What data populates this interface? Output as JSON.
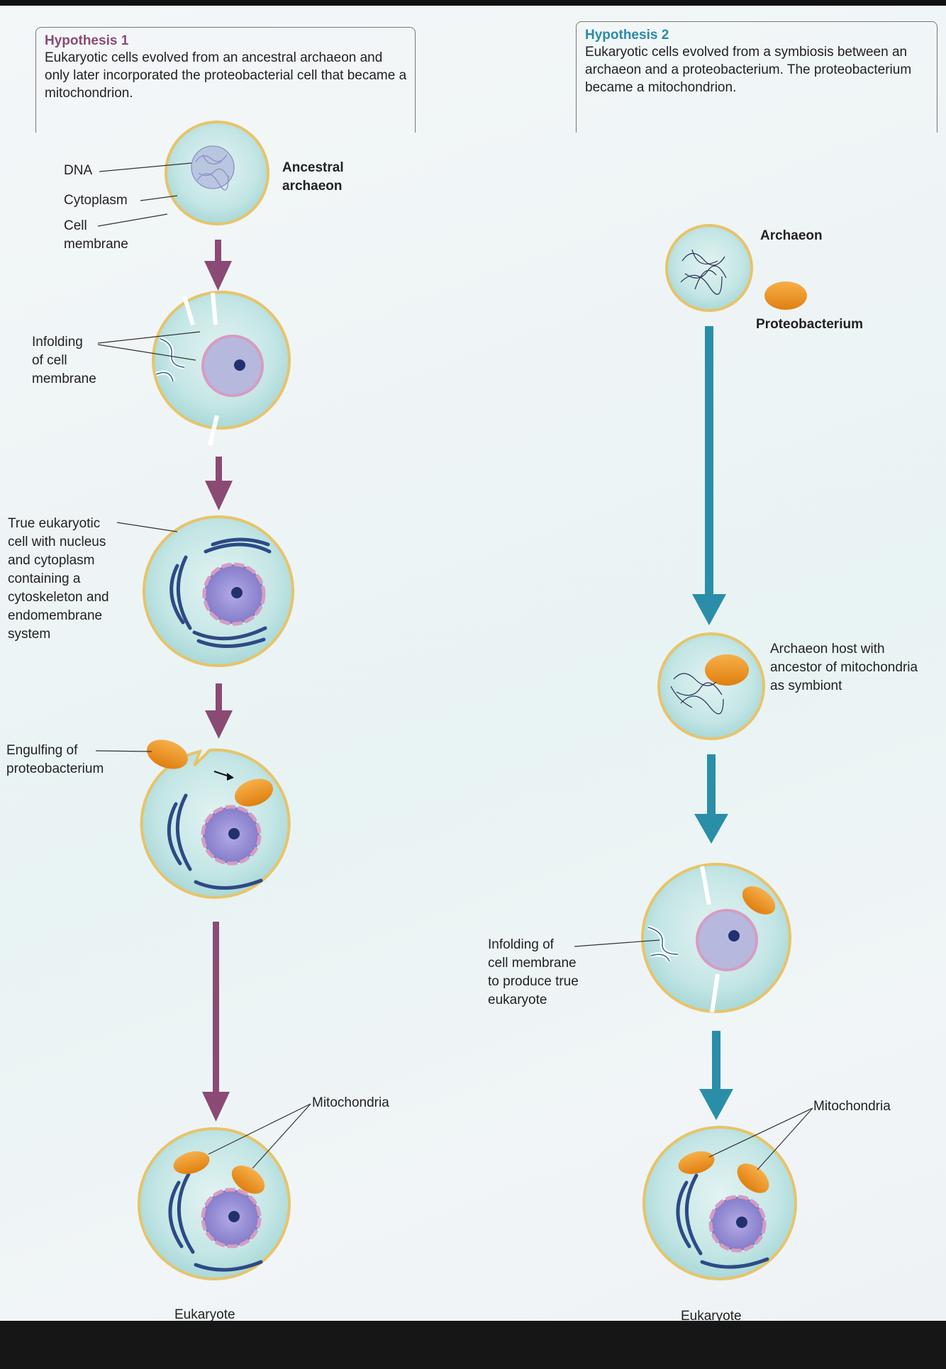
{
  "hypothesis1": {
    "title": "Hypothesis 1",
    "text": "Eukaryotic cells evolved from an ancestral archaeon and only later incorporated the proteobacterial cell that became a mitochondrion."
  },
  "hypothesis2": {
    "title": "Hypothesis 2",
    "text": "Eukaryotic cells evolved from a symbiosis between an archaeon and a proteobacterium. The proteobacterium became a mitochondrion."
  },
  "labels": {
    "dna": "DNA",
    "cytoplasm": "Cytoplasm",
    "cell_membrane": "Cell\nmembrane",
    "ancestral_archaeon": "Ancestral\narchaeon",
    "infolding": "Infolding\nof cell\nmembrane",
    "true_eukaryotic": "True eukaryotic\ncell with nucleus\nand cytoplasm\ncontaining a\ncytoskeleton and\nendomembrane\nsystem",
    "engulfing": "Engulfing of\nproteobacterium",
    "mitochondria_left": "Mitochondria",
    "eukaryote_left": "Eukaryote",
    "archaeon": "Archaeon",
    "proteobacterium": "Proteobacterium",
    "archaeon_host": "Archaeon host with\nancestor of mitochondria\nas symbiont",
    "infolding_right": "Infolding of\ncell membrane\nto produce true\neukaryote",
    "mitochondria_right": "Mitochondria",
    "eukaryote_right": "Eukaryote"
  },
  "colors": {
    "hypothesis1_accent": "#8a4a74",
    "hypothesis2_accent": "#2b8aa7",
    "cell_fill": "#bfe3e3",
    "cell_membrane": "#e6c46a",
    "nucleus": "#8f86cf",
    "mitochondrion": "#ef8f1c",
    "endomembrane": "#2d4a86"
  }
}
